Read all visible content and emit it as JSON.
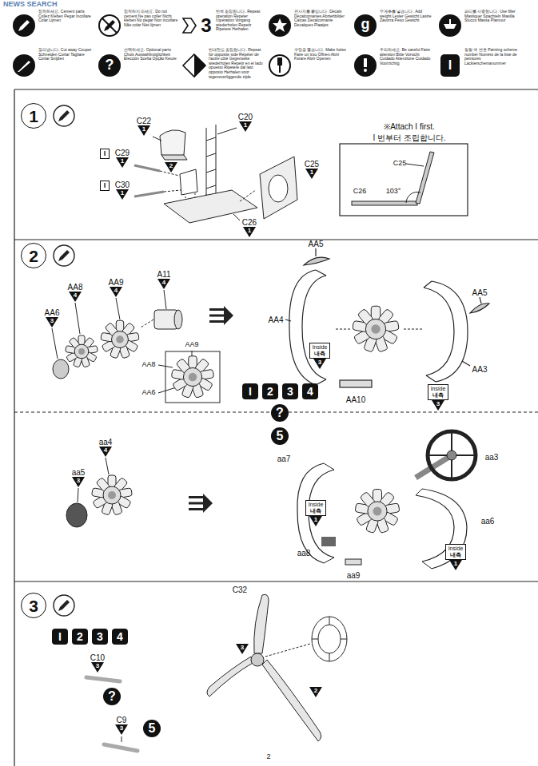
{
  "diagram": {
    "nodes": [
      {
        "text": [
          "1"
        ]
      },
      {
        "text": [
          "C22",
          "1"
        ]
      },
      {
        "text": [
          "C20",
          "1"
        ]
      },
      {
        "text": [
          "2"
        ]
      },
      {
        "text": [
          "I"
        ]
      },
      {
        "text": [
          "C29",
          "1"
        ]
      },
      {
        "text": [
          "I"
        ]
      },
      {
        "text": [
          "C30",
          "1"
        ]
      },
      {
        "text": [
          "C25",
          "1"
        ]
      },
      {
        "text": [
          "C26",
          "1"
        ]
      },
      {
        "text": [
          "2"
        ]
      },
      {
        "text": [
          "AA6",
          "3"
        ]
      },
      {
        "text": [
          "AA8",
          "4"
        ]
      },
      {
        "text": [
          "AA9",
          "4"
        ]
      },
      {
        "text": [
          "A11",
          "4"
        ]
      },
      {
        "text": [
          "Inside",
          "내측",
          "3"
        ]
      },
      {
        "text": [
          "Inside",
          "내측",
          "3"
        ]
      },
      {
        "text": [
          "I"
        ]
      },
      {
        "text": [
          "2"
        ]
      },
      {
        "text": [
          "3"
        ]
      },
      {
        "text": [
          "4"
        ]
      },
      {
        "text": [
          "?"
        ]
      },
      {
        "text": [
          "5"
        ]
      },
      {
        "text": [
          "aa4",
          "4"
        ]
      },
      {
        "text": [
          "aa5",
          "3"
        ]
      },
      {
        "text": [
          "Inside",
          "내측",
          "1"
        ]
      },
      {
        "text": [
          "Inside",
          "내측",
          "1"
        ]
      },
      {
        "text": [
          "3"
        ]
      },
      {
        "text": [
          "3"
        ]
      },
      {
        "text": [
          "2"
        ]
      },
      {
        "text": [
          "I"
        ]
      },
      {
        "text": [
          "2"
        ]
      },
      {
        "text": [
          "3"
        ]
      },
      {
        "text": [
          "4"
        ]
      },
      {
        "text": [
          "C10",
          "3"
        ]
      },
      {
        "text": [
          "?"
        ]
      },
      {
        "text": [
          "C9",
          "3"
        ]
      },
      {
        "text": [
          "5"
        ]
      }
    ],
    "labels": [
      "NEWS SEARCH",
      "3",
      "g",
      "?",
      "I",
      "※Attach I first.",
      "I 번부터 조립합니다.",
      "C25",
      "C26",
      "103°",
      "AA9",
      "AA8",
      "AA6",
      "AA5",
      "AA5",
      "AA4",
      "AA10",
      "AA3",
      "aa7",
      "aa3",
      "aa6",
      "aa8",
      "aa9",
      "C32",
      "2"
    ],
    "legend": [
      {
        "text": "접착하세요. Cement parts Collez Kleben Pegar Incollare Colar Lijmen"
      },
      {
        "text": "접착하지 마세요. Do not cement Ne pas coller Nicht kleben No pegar Non incollare Não colar Niet lijmen"
      },
      {
        "text": "반복 조립합니다. Repeat operation Répéter l'opération Vorgang wiederholen Repetir Ripetere Herhalen"
      },
      {
        "text": "전사지를 붙입니다. Decals Décalcomanies Abziehbilder Calcas Decalcomanie Decalques Plaatjes"
      },
      {
        "text": "무게추를 넣습니다. Add weight Lester Gewicht Lastre Zavorra Peso Gewicht"
      },
      {
        "text": "퍼티를 사용합니다. Use filler Mastiquer Spachteln Masilla Stucco Massa Plamuur"
      },
      {
        "text": "잘라냅니다. Cut away Couper Schneiden Cortar Tagliare Cortar Snijden"
      },
      {
        "text": "선택하세요. Optional parts Choix Auswahlmöglichkeit Elección Scelta Opção Keuze"
      },
      {
        "text": "반대편도 조립합니다. Repeat for opposite side Répéter de l'autre côté Gegenseite wiederholen Repetir en el lado opuesto Ripetere dal lato opposto Herhalen voor tegenoverliggende zijde"
      },
      {
        "text": "구멍을 뚫습니다. Make holes Faire un trou Öffnen Abrir Forare Abrir Openen"
      },
      {
        "text": "주의하세요. Be careful Faire attention Bitte Vorsicht Cuidado Attenzione Cuidado Voorzichtig"
      },
      {
        "text": "칠할 색 번호 Painting scheme number Numéro de la liste de peintures Lackierschemanummer"
      }
    ]
  }
}
